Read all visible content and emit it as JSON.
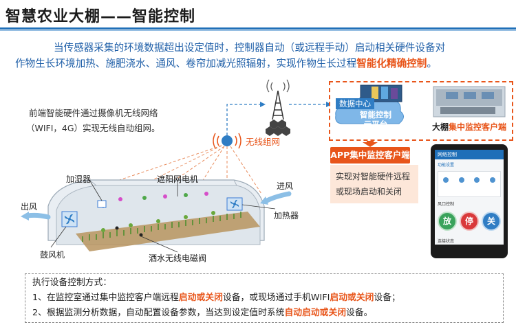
{
  "title": "智慧农业大棚——智能控制",
  "intro": {
    "line1": "当传感器采集的环境数据超出设定值时，控制器自动（或远程手动）启动相关硬件设备对",
    "line2_a": "作物生长环境加热、施肥浇水、通风、卷帘加减光照辐射，实现作物生长过程",
    "line2_em": "智能化精确控制",
    "line2_end": "。"
  },
  "front_note": {
    "line1": "前端智能硬件通过摄像机无线网络",
    "line2": "（WIFI，4G）实现无线自动组网。"
  },
  "wireless_label": "无线组网",
  "cloud": {
    "data_center": "数据中心",
    "platform_l1": "智能控制",
    "platform_l2": "云平台",
    "client_a": "大棚",
    "client_em": "集中监控客户端"
  },
  "app": {
    "head": "APP集中监控客户端",
    "desc_l1": "实现对智能硬件远程",
    "desc_l2": "或现场启动和关闭"
  },
  "phone": {
    "header": "网络控制",
    "section": "功能设置",
    "wind_label": "风口控制",
    "btn_on": "放",
    "btn_stop": "停",
    "btn_close": "关",
    "status": "连接状态"
  },
  "greenhouse": {
    "humidifier": "加湿器",
    "shade_motor": "遮阳网电机",
    "wind_in": "进风",
    "wind_out": "出风",
    "heater": "加热器",
    "blower": "鼓风机",
    "valve": "洒水无线电磁阀"
  },
  "bottom": {
    "title": "执行设备控制方式：",
    "l1_a": "1、在监控室通过集中监控客户端远程",
    "l1_em1": "启动或关闭",
    "l1_b": "设备，或现场通过手机WIFI",
    "l1_em2": "启动或关闭",
    "l1_c": "设备；",
    "l2_a": "2、根据监测分析数据，自动配置设备参数，当达到设定值时系统",
    "l2_em": "自动启动或关闭",
    "l2_b": "设备。"
  },
  "colors": {
    "accent": "#e8551a",
    "blue": "#1f5fa8",
    "title_line": "#1f6fb8"
  }
}
